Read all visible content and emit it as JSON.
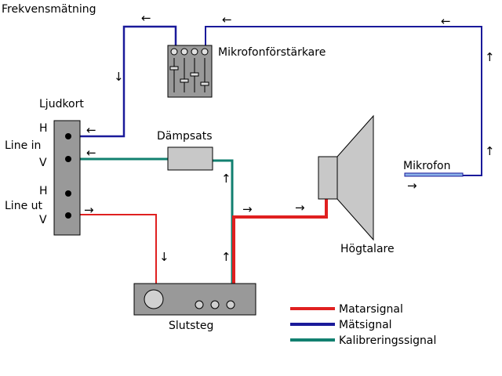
{
  "title": "Frekvensmätning",
  "components": {
    "preamp": "Mikrofonförstärkare",
    "soundcard": "Ljudkort",
    "attenuator": "Dämpsats",
    "speaker": "Högtalare",
    "microphone": "Mikrofon",
    "amplifier": "Slutsteg"
  },
  "soundcard_ports": {
    "line_in": "Line in",
    "line_out": "Line ut",
    "h": "H",
    "v": "V"
  },
  "legend": [
    {
      "label": "Matarsignal",
      "color": "#e02020"
    },
    {
      "label": "Mätsignal",
      "color": "#1a1a9a"
    },
    {
      "label": "Kalibreringssignal",
      "color": "#128070"
    }
  ],
  "colors": {
    "box": "#999999",
    "border": "#000000",
    "speaker": "#c8c8c8"
  }
}
